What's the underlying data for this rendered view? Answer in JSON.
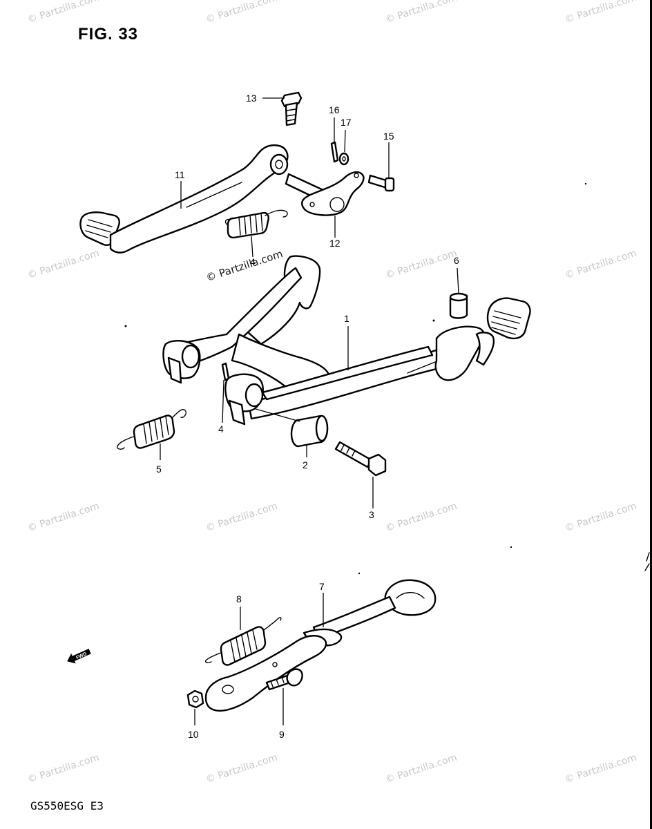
{
  "figure": {
    "title": "FIG. 33",
    "model_code": "GS550ESG  E3"
  },
  "watermark": {
    "text": "© Partzilla.com"
  },
  "fwd_marker": {
    "text": "FWD"
  },
  "callouts": {
    "c1": "1",
    "c2": "2",
    "c3": "3",
    "c4a": "4",
    "c4b": "4",
    "c5": "5",
    "c6": "6",
    "c7": "7",
    "c8": "8",
    "c9": "9",
    "c10": "10",
    "c11": "11",
    "c12": "12",
    "c13": "13",
    "c15": "15",
    "c16": "16",
    "c17": "17"
  }
}
